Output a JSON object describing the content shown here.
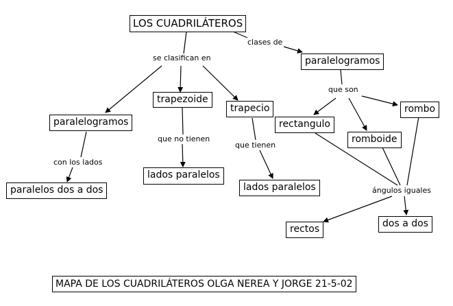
{
  "concepts": {
    "root": "LOS CUADRILÁTEROS",
    "paralelogramos_top": "paralelogramos",
    "paralelogramos_left": "paralelogramos",
    "trapezoide": "trapezoide",
    "trapecio": "trapecio",
    "paralelos_dos_a_dos": "paralelos dos a dos",
    "lados_paralelos_1": "lados paralelos",
    "lados_paralelos_2": "lados paralelos",
    "rectangulo": "rectangulo",
    "romboide": "romboide",
    "rombo": "rombo",
    "rectos": "rectos",
    "dos_a_dos": "dos a dos"
  },
  "links": {
    "clases_de": "clases de",
    "se_clasifican_en": "se clasifican en",
    "que_son": "que son",
    "con_los_lados": "con los lados",
    "que_no_tienen": "que no tienen",
    "que_tienen": "que tienen",
    "angulos_iguales": "ángulos iguales"
  },
  "caption": "MAPA DE LOS CUADRILÁTEROS OLGA NEREA Y JORGE 21-5-02",
  "colors": {
    "line": "#000000",
    "box_border": "#000000",
    "background": "#ffffff"
  }
}
